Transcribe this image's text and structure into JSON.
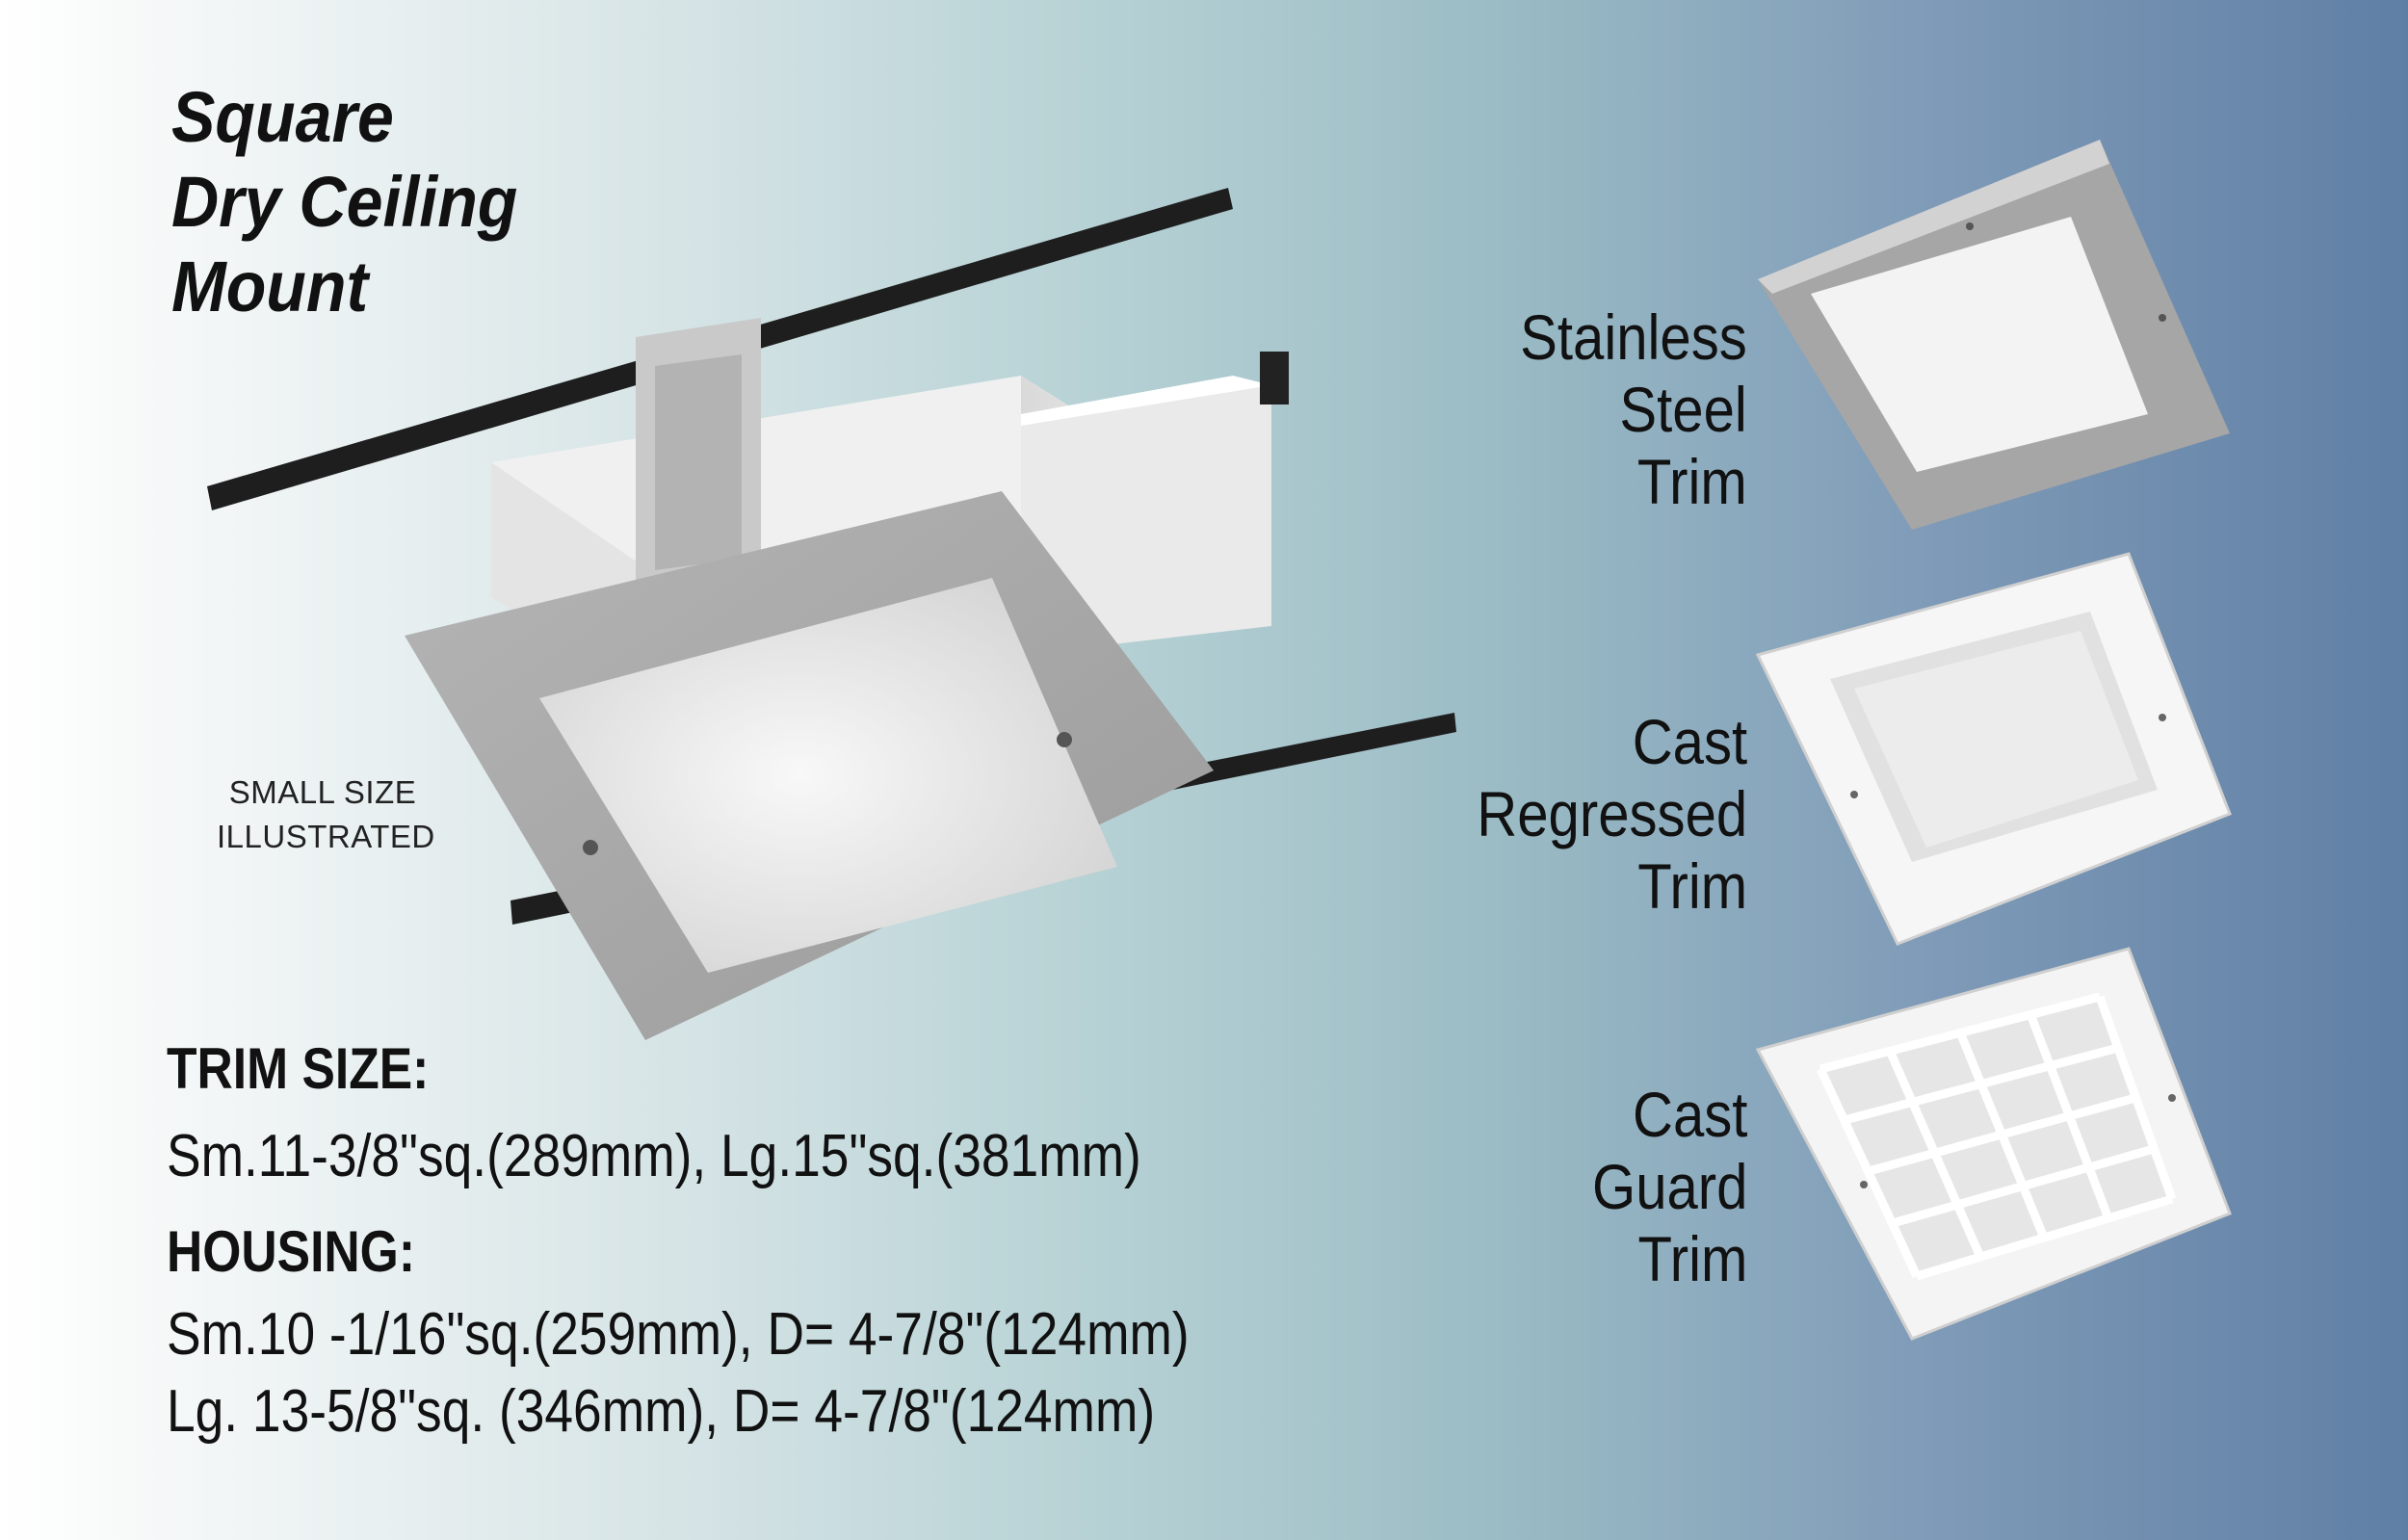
{
  "title": {
    "line1": "Square",
    "line2": "Dry Ceiling",
    "line3": "Mount"
  },
  "note": {
    "line1": "SMALL SIZE",
    "line2": "ILLUSTRATED"
  },
  "specs": {
    "trim_heading": "TRIM SIZE:",
    "trim_line": "Sm.11-3/8\"sq.(289mm), Lg.15\"sq.(381mm)",
    "housing_heading": "HOUSING:",
    "housing_line1": "Sm.10 -1/16\"sq.(259mm), D= 4-7/8\"(124mm)",
    "housing_line2": "Lg. 13-5/8\"sq.  (346mm), D= 4-7/8\"(124mm)"
  },
  "trims": [
    {
      "line1": "Stainless",
      "line2": "Steel",
      "line3": "Trim"
    },
    {
      "line1": "Cast",
      "line2": "Regressed",
      "line3": "Trim"
    },
    {
      "line1": "Cast",
      "line2": "Guard",
      "line3": "Trim"
    }
  ]
}
